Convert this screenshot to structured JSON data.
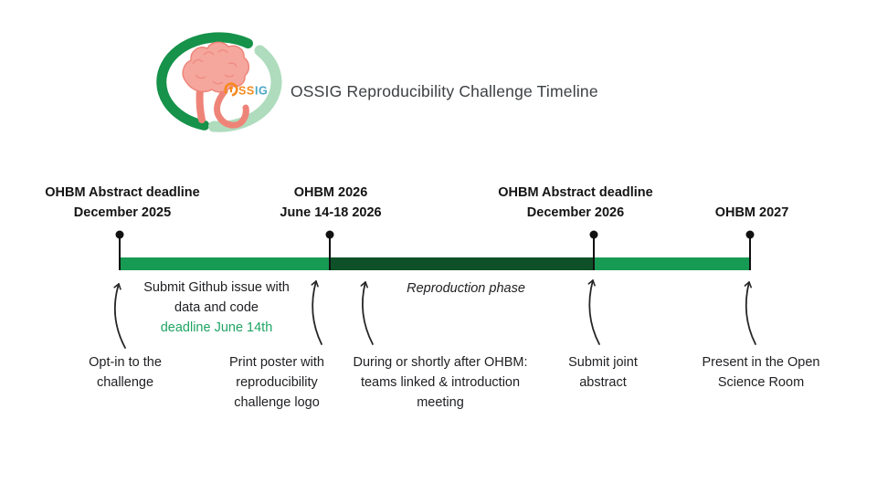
{
  "slide": {
    "title": "OSSIG Reproducibility Challenge Timeline",
    "background": "#ffffff"
  },
  "logo": {
    "alt": "OSSIG brain logo",
    "text_orange": "SS",
    "text_teal": "IG",
    "colors": {
      "ring_dark": "#16924a",
      "ring_light": "#aedcbd",
      "brain_fill": "#f5a69d",
      "brain_stroke": "#ee8478",
      "lock_orange": "#f6891f",
      "teal": "#4aa7c5"
    }
  },
  "timeline": {
    "bar_colors": {
      "green": "#179b54",
      "dark_green": "#0e5128"
    },
    "marker_color": "#111111",
    "milestones": [
      {
        "line1": "OHBM Abstract deadline",
        "line2": "December 2025"
      },
      {
        "line1": "OHBM 2026",
        "line2": "June 14-18 2026"
      },
      {
        "line1": "OHBM Abstract deadline",
        "line2": "December 2026"
      },
      {
        "line1": "OHBM 2027"
      }
    ],
    "phase_label": "Reproduction phase",
    "github_note": {
      "line1": "Submit Github issue with",
      "line2": "data and code",
      "deadline": "deadline June 14th",
      "deadline_color": "#1fa463"
    },
    "steps": [
      {
        "line1": "Opt-in to the",
        "line2": "challenge"
      },
      {
        "line1": "Print poster with",
        "line2": "reproducibility",
        "line3": "challenge logo"
      },
      {
        "line1": "During or shortly after OHBM:",
        "line2": "teams linked & introduction",
        "line3": "meeting"
      },
      {
        "line1": "Submit joint",
        "line2": "abstract"
      },
      {
        "line1": "Present in the Open",
        "line2": "Science Room"
      }
    ]
  }
}
